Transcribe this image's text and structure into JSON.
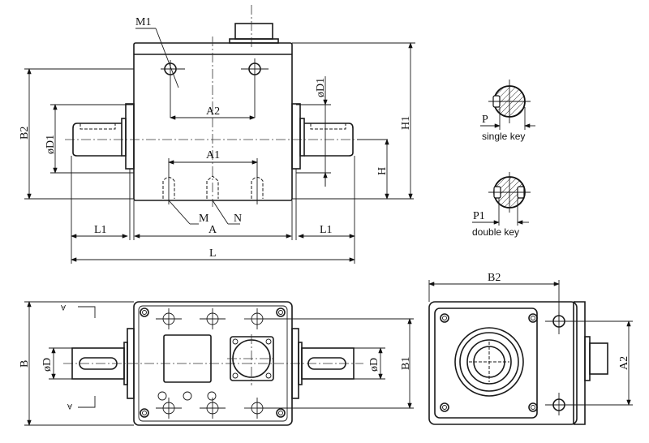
{
  "drawing": {
    "type": "torque sensor dimensional drawing",
    "views": {
      "front": {
        "labels": {
          "m1": "M1",
          "a2": "A2",
          "a1": "A1",
          "b2": "B2",
          "d1_left": "øD1",
          "d1_right": "øD1",
          "h": "H",
          "h1": "H1",
          "m": "M",
          "a": "A",
          "n": "N",
          "l1_left": "L1",
          "l1_right": "L1",
          "l": "L"
        }
      },
      "key_sections": {
        "single": {
          "dim": "P",
          "caption": "single key"
        },
        "double": {
          "dim": "P1",
          "caption": "double key"
        }
      },
      "top": {
        "labels": {
          "b": "B",
          "d_left": "øD",
          "d_right": "øD",
          "b1": "B1",
          "section_mark_top": "A",
          "section_mark_bottom": "A"
        }
      },
      "side": {
        "labels": {
          "b2": "B2",
          "a2": "A2"
        }
      }
    }
  }
}
